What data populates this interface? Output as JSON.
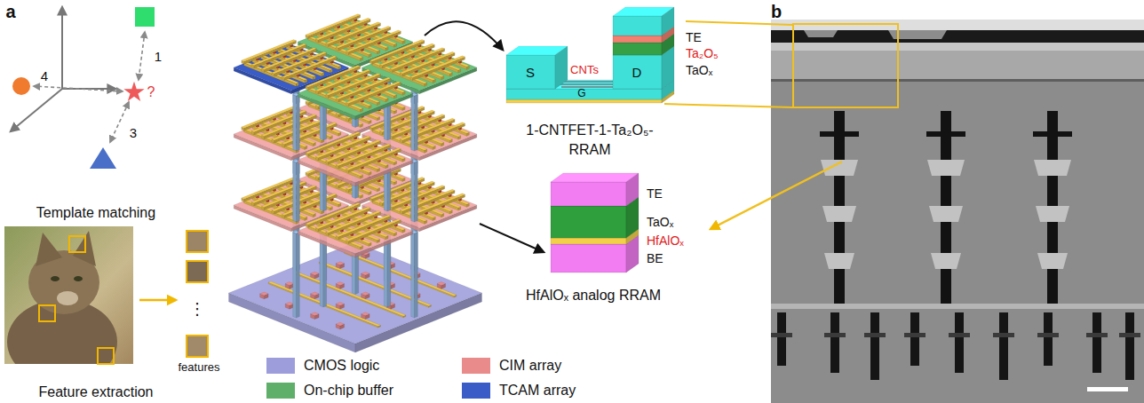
{
  "diagram": {
    "nodes": [
      {
        "text": [
          "1-CNTFET-1-Ta₂O₅-RRAM"
        ]
      },
      {
        "text": [
          "HfAlOₓ analog RRAM"
        ]
      }
    ],
    "labels": [
      "a",
      "1",
      "4",
      "3",
      "?",
      "Template matching",
      "features",
      "⋮",
      "Feature extraction",
      "S",
      "CNTs",
      "G",
      "D",
      "TE",
      "Ta₂O₅",
      "TaOₓ",
      "TE",
      "TaOₓ",
      "HfAlOₓ",
      "BE",
      "b"
    ],
    "legend": [
      {
        "text": "CMOS logic",
        "color": "#9d9ddb"
      },
      {
        "text": "CIM array",
        "color": "#e98b8b"
      },
      {
        "text": "On-chip buffer",
        "color": "#5fae6a"
      },
      {
        "text": "TCAM array",
        "color": "#3a5cc6"
      }
    ]
  }
}
